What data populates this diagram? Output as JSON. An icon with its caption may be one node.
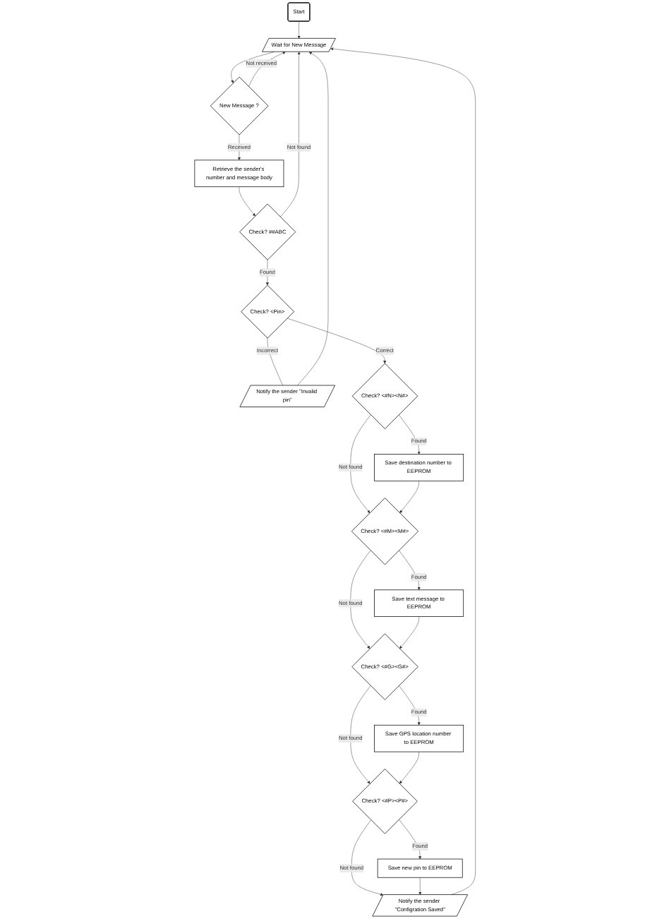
{
  "diagram": {
    "nodes": [
      {
        "text": [
          "Start"
        ]
      },
      {
        "text": [
          "Wait for New Message"
        ]
      },
      {
        "text": [
          "New Message ?"
        ]
      },
      {
        "text": [
          "Retrieve the sender's number and message body"
        ]
      },
      {
        "text": [
          "Check? ##ABC"
        ]
      },
      {
        "text": [
          "Notify the sender \"Invalid pin\""
        ]
      },
      {
        "text": [
          "Check? <Pin>"
        ]
      },
      {
        "text": [
          "Check? <#N><N#>"
        ]
      },
      {
        "text": [
          "Save destination number to EEPROM"
        ]
      },
      {
        "text": [
          "Check? <#M><M#>"
        ]
      },
      {
        "text": [
          "Save text message to EEPROM"
        ]
      },
      {
        "text": [
          "Check? <#G><G#>"
        ]
      },
      {
        "text": [
          "Save GPS location number to EEPROM"
        ]
      },
      {
        "text": [
          "Check? <#P><P#>"
        ]
      },
      {
        "text": [
          "Save new pin to EEPROM"
        ]
      },
      {
        "text": [
          "Notify the sender \"Configration Saved\""
        ]
      }
    ],
    "edges": [
      {
        "from": 0,
        "to": 1,
        "arrow": "to"
      },
      {
        "from": 1,
        "to": 2,
        "arrow": "to"
      },
      {
        "from": 2,
        "to": 1,
        "arrow": "to",
        "label": "Not received"
      },
      {
        "from": 2,
        "to": 3,
        "arrow": "to",
        "label": "Received"
      },
      {
        "from": 3,
        "to": 4,
        "arrow": "to"
      },
      {
        "from": 4,
        "to": 1,
        "arrow": "to",
        "label": "Not found"
      },
      {
        "from": 4,
        "to": 6,
        "arrow": "to",
        "label": "Found"
      },
      {
        "from": 6,
        "to": 5,
        "arrow": "none",
        "label": "Incorrect"
      },
      {
        "from": 5,
        "to": 1,
        "arrow": "to"
      },
      {
        "from": 6,
        "to": 7,
        "arrow": "to",
        "label": "Correct"
      },
      {
        "from": 7,
        "to": 9,
        "arrow": "to",
        "label": "Not found"
      },
      {
        "from": 7,
        "to": 8,
        "arrow": "to",
        "label": "Found"
      },
      {
        "from": 8,
        "to": 9,
        "arrow": "to"
      },
      {
        "from": 9,
        "to": 10,
        "arrow": "to",
        "label": "Found"
      },
      {
        "from": 9,
        "to": 11,
        "arrow": "to",
        "label": "Not found"
      },
      {
        "from": 10,
        "to": 11,
        "arrow": "to"
      },
      {
        "from": 11,
        "to": 12,
        "arrow": "to",
        "label": "Found"
      },
      {
        "from": 11,
        "to": 13,
        "arrow": "to",
        "label": "Not found"
      },
      {
        "from": 12,
        "to": 13,
        "arrow": "to"
      },
      {
        "from": 13,
        "to": 14,
        "arrow": "to",
        "label": "Found"
      },
      {
        "from": 13,
        "to": 15,
        "arrow": "to",
        "label": "Not found"
      },
      {
        "from": 14,
        "to": 15,
        "arrow": "to"
      },
      {
        "from": 15,
        "to": 1,
        "arrow": "to"
      }
    ]
  }
}
